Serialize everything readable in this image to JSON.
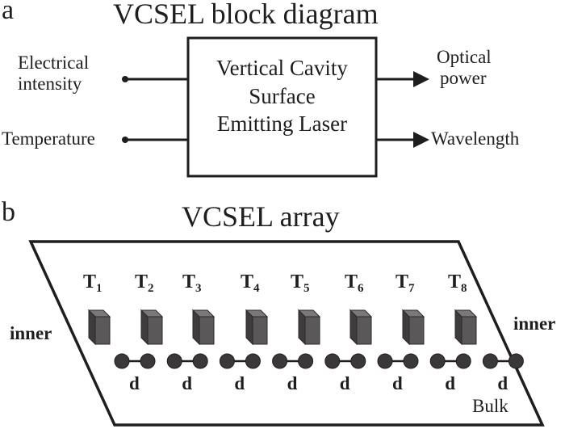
{
  "panel_a": {
    "letter": "a",
    "title": "VCSEL block diagram",
    "inputs": [
      {
        "line1": "Electrical",
        "line2": "intensity"
      },
      {
        "line1": "Temperature"
      }
    ],
    "block": {
      "line1": "Vertical Cavity",
      "line2": "Surface",
      "line3": "Emitting Laser"
    },
    "outputs": [
      {
        "line1": "Optical",
        "line2": "power"
      },
      {
        "line1": "Wavelength"
      }
    ]
  },
  "panel_b": {
    "letter": "b",
    "title": "VCSEL array",
    "elements": [
      {
        "label": "T",
        "index": "1"
      },
      {
        "label": "T",
        "index": "2"
      },
      {
        "label": "T",
        "index": "3"
      },
      {
        "label": "T",
        "index": "4"
      },
      {
        "label": "T",
        "index": "5"
      },
      {
        "label": "T",
        "index": "6"
      },
      {
        "label": "T",
        "index": "7"
      },
      {
        "label": "T",
        "index": "8"
      }
    ],
    "spacing_label": "d",
    "spacing_count": 8,
    "inner_left": "inner",
    "inner_right": "inner",
    "substrate_label": "Bulk"
  },
  "colors": {
    "stroke": "#1e1e1e",
    "cube_front": "#5a5858",
    "cube_top": "#7a7878",
    "cube_side": "#3e3c3c",
    "dot": "#3a3838"
  }
}
